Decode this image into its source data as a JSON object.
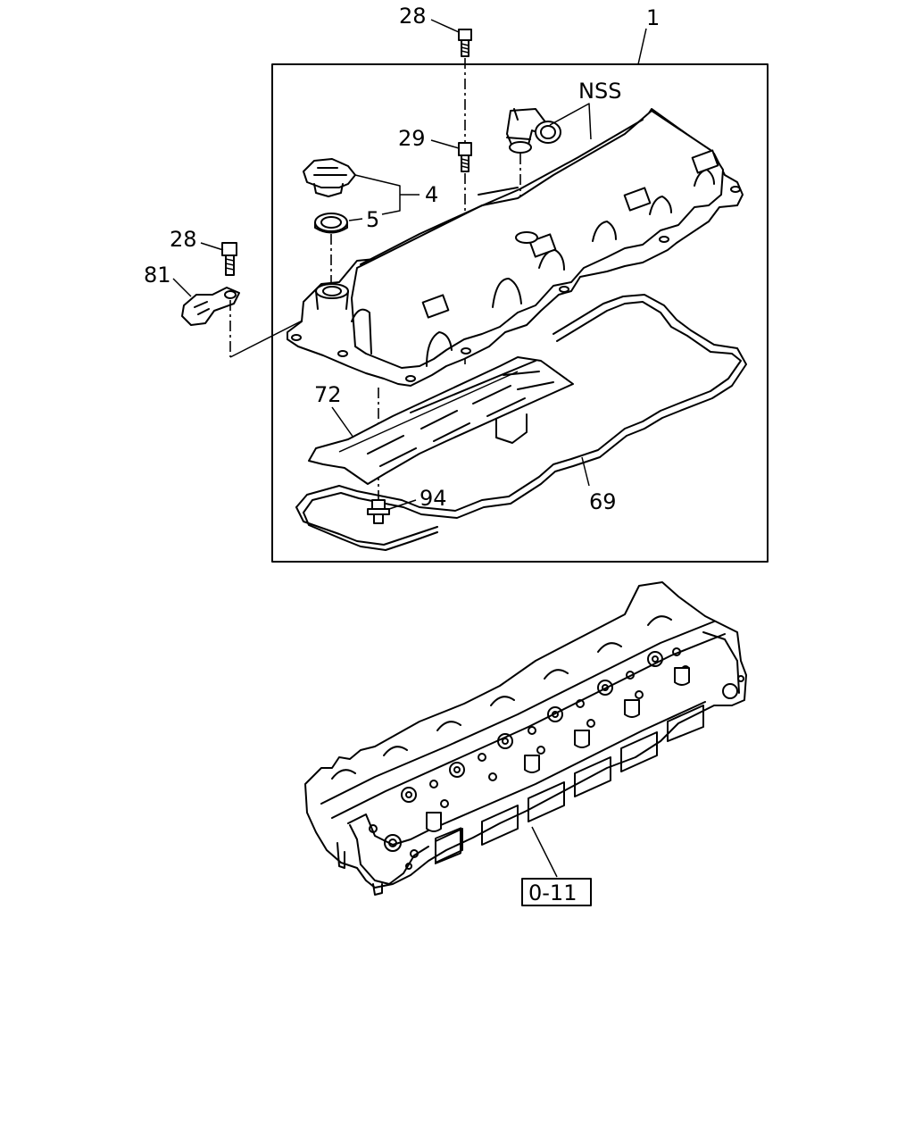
{
  "callouts": {
    "assembly": "1",
    "bolt_top": "28",
    "bolt_mid": "29",
    "cap_group": "4",
    "seal": "5",
    "bolt_bracket": "28",
    "bracket": "81",
    "nss": "NSS",
    "baffle": "72",
    "gasket": "69",
    "stud": "94"
  },
  "reference_box": "0-11"
}
